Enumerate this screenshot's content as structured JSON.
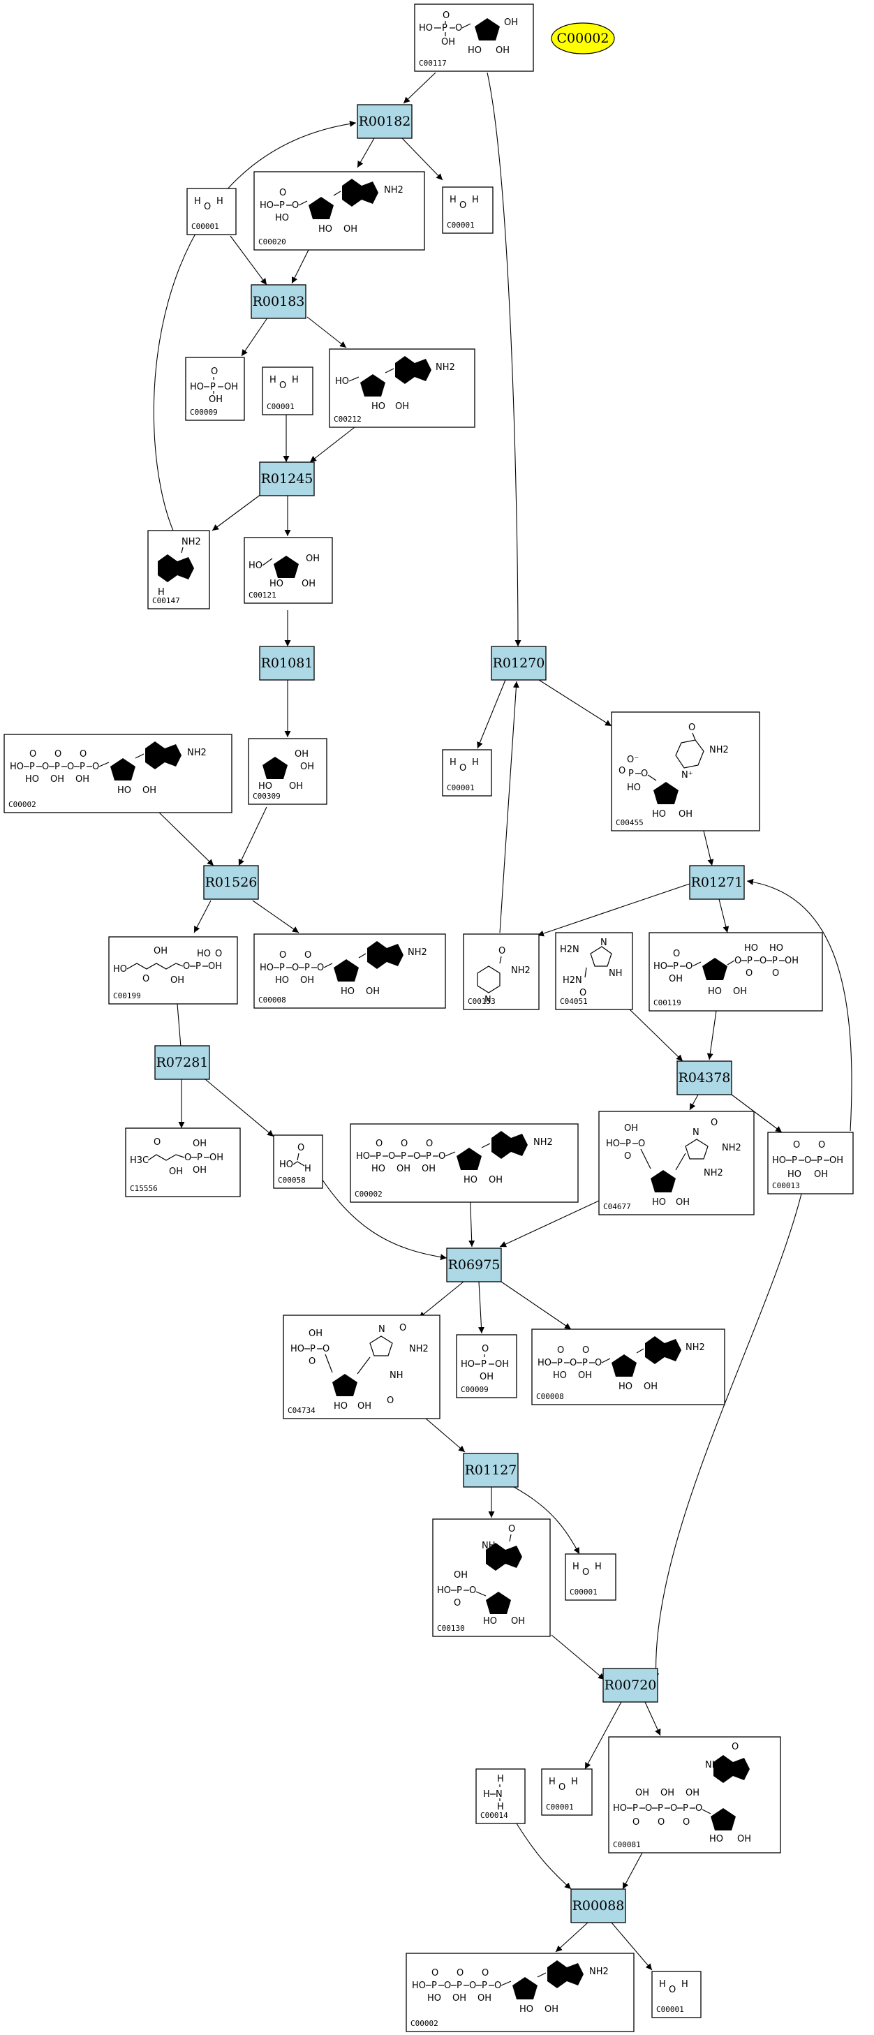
{
  "legend": {
    "label": "C00002",
    "color": "#ffff00"
  },
  "reaction_color": "#add8e6",
  "reactions": [
    {
      "id": "R00182"
    },
    {
      "id": "R00183"
    },
    {
      "id": "R01245"
    },
    {
      "id": "R01081"
    },
    {
      "id": "R01526"
    },
    {
      "id": "R07281"
    },
    {
      "id": "R01270"
    },
    {
      "id": "R01271"
    },
    {
      "id": "R04378"
    },
    {
      "id": "R06975"
    },
    {
      "id": "R01127"
    },
    {
      "id": "R00720"
    },
    {
      "id": "R00088"
    }
  ],
  "compounds": [
    {
      "id": "C00117",
      "structure": "ribose-5-phosphate-icon"
    },
    {
      "id": "C00020",
      "structure": "amp-icon"
    },
    {
      "id": "C00001",
      "structure": "water-icon"
    },
    {
      "id": "C00001",
      "structure": "water-icon"
    },
    {
      "id": "C00009",
      "structure": "phosphate-icon"
    },
    {
      "id": "C00001",
      "structure": "water-icon"
    },
    {
      "id": "C00212",
      "structure": "adenosine-icon"
    },
    {
      "id": "C00147",
      "structure": "adenine-icon"
    },
    {
      "id": "C00121",
      "structure": "ribose-icon"
    },
    {
      "id": "C00309",
      "structure": "ribulose-icon"
    },
    {
      "id": "C00002",
      "structure": "atp-icon"
    },
    {
      "id": "C00199",
      "structure": "ribulose-5-phosphate-icon"
    },
    {
      "id": "C00008",
      "structure": "adp-icon"
    },
    {
      "id": "C15556",
      "structure": "deoxyxylulose-phosphate-icon"
    },
    {
      "id": "C00058",
      "structure": "formate-icon"
    },
    {
      "id": "C00002",
      "structure": "atp-icon"
    },
    {
      "id": "C00001",
      "structure": "water-icon"
    },
    {
      "id": "C00455",
      "structure": "nmn-icon"
    },
    {
      "id": "C00153",
      "structure": "nicotinamide-icon"
    },
    {
      "id": "C04051",
      "structure": "aica-icon"
    },
    {
      "id": "C00119",
      "structure": "prpp-icon"
    },
    {
      "id": "C04677",
      "structure": "aicar-icon"
    },
    {
      "id": "C00013",
      "structure": "diphosphate-icon"
    },
    {
      "id": "C04734",
      "structure": "faicar-icon"
    },
    {
      "id": "C00009",
      "structure": "phosphate-icon"
    },
    {
      "id": "C00008",
      "structure": "adp-icon"
    },
    {
      "id": "C00130",
      "structure": "imp-icon"
    },
    {
      "id": "C00001",
      "structure": "water-icon"
    },
    {
      "id": "C00001",
      "structure": "water-icon"
    },
    {
      "id": "C00081",
      "structure": "itp-icon"
    },
    {
      "id": "C00014",
      "structure": "ammonia-icon"
    },
    {
      "id": "C00002",
      "structure": "atp-icon"
    },
    {
      "id": "C00001",
      "structure": "water-icon"
    }
  ],
  "chem_labels": {
    "HO": "HO",
    "OH": "OH",
    "O": "O",
    "P": "P",
    "N": "N",
    "NH": "NH",
    "NH2": "NH2",
    "H": "H",
    "Ominus": "O⁻",
    "Nplus": "N⁺",
    "H2N": "H2N",
    "H3C": "H3C",
    "HOP": "HO-P",
    "OP": "O-P"
  }
}
